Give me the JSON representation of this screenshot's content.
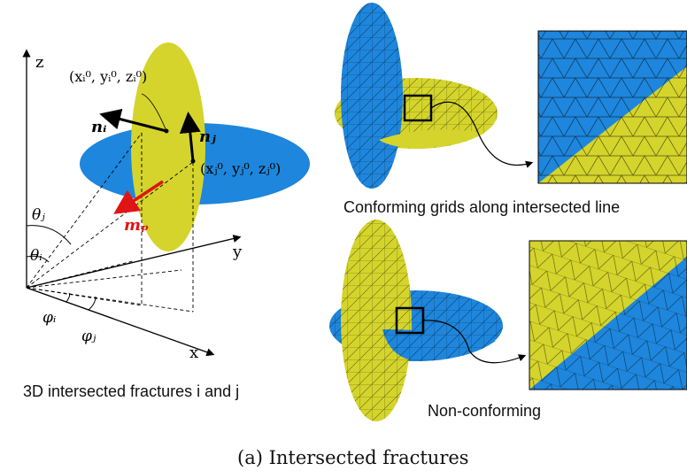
{
  "colors": {
    "yellow": "#d4d42c",
    "blue": "#1e86dc",
    "black": "#000000",
    "red": "#e01414"
  },
  "left_panel": {
    "axis_z": "z",
    "axis_y": "y",
    "axis_x": "x",
    "point_i": "(xᵢ⁰, yᵢ⁰, zᵢ⁰)",
    "point_j": "(xⱼ⁰, yⱼ⁰, zⱼ⁰)",
    "normal_i": "nᵢ",
    "normal_j": "nⱼ",
    "intersection_vector": "mₚ",
    "theta_i": "θᵢ",
    "theta_j": "θⱼ",
    "phi_i": "φᵢ",
    "phi_j": "φⱼ",
    "caption": "3D intersected fractures i and j"
  },
  "right_top": {
    "caption": "Conforming grids along intersected line"
  },
  "right_bottom": {
    "caption": "Non-conforming"
  },
  "figure_caption": "(a) Intersected fractures"
}
